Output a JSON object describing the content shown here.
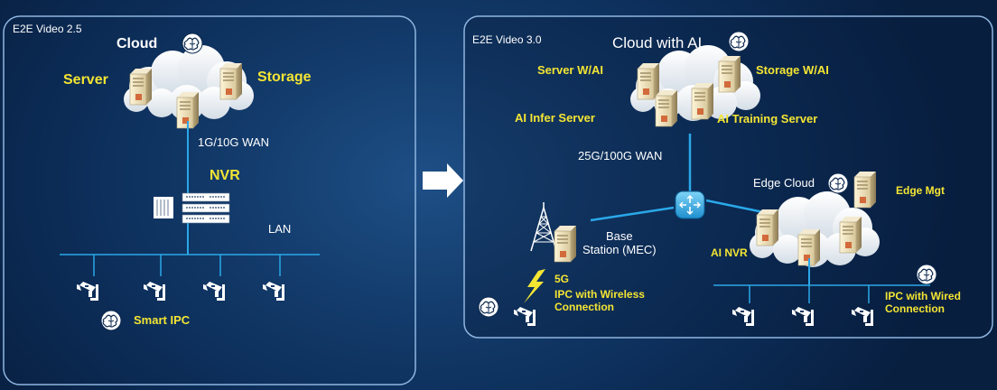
{
  "left_panel": {
    "title": "E2E Video 2.5",
    "cloud": "Cloud",
    "server": "Server",
    "storage": "Storage",
    "wan": "1G/10G WAN",
    "nvr": "NVR",
    "lan": "LAN",
    "smart_ipc": "Smart IPC"
  },
  "right_panel": {
    "title": "E2E Video 3.0",
    "cloud": "Cloud with AI",
    "server": "Server W/AI",
    "storage": "Storage W/AI",
    "infer": "AI Infer Server",
    "training": "AI Training Server",
    "wan": "25G/100G WAN",
    "edge_cloud": "Edge Cloud",
    "edge_mgt": "Edge Mgt",
    "base_station": "Base\nStation (MEC)",
    "ai_nvr": "AI NVR",
    "fiveg": "5G",
    "ipc_wireless": "IPC with Wireless\nConnection",
    "ipc_wired": "IPC with Wired\nConnection"
  },
  "colors": {
    "background": "#0c2d58",
    "panel_border": "#8fb6e0",
    "link_line": "#2aa8e8",
    "highlight_text": "#f4e533",
    "text": "#ffffff"
  },
  "icons": [
    "brain-icon",
    "server-icon",
    "cloud-icon",
    "camera-icon",
    "router-icon",
    "tower-icon",
    "lightning-icon",
    "nvr-icon",
    "arrow-right-icon"
  ]
}
